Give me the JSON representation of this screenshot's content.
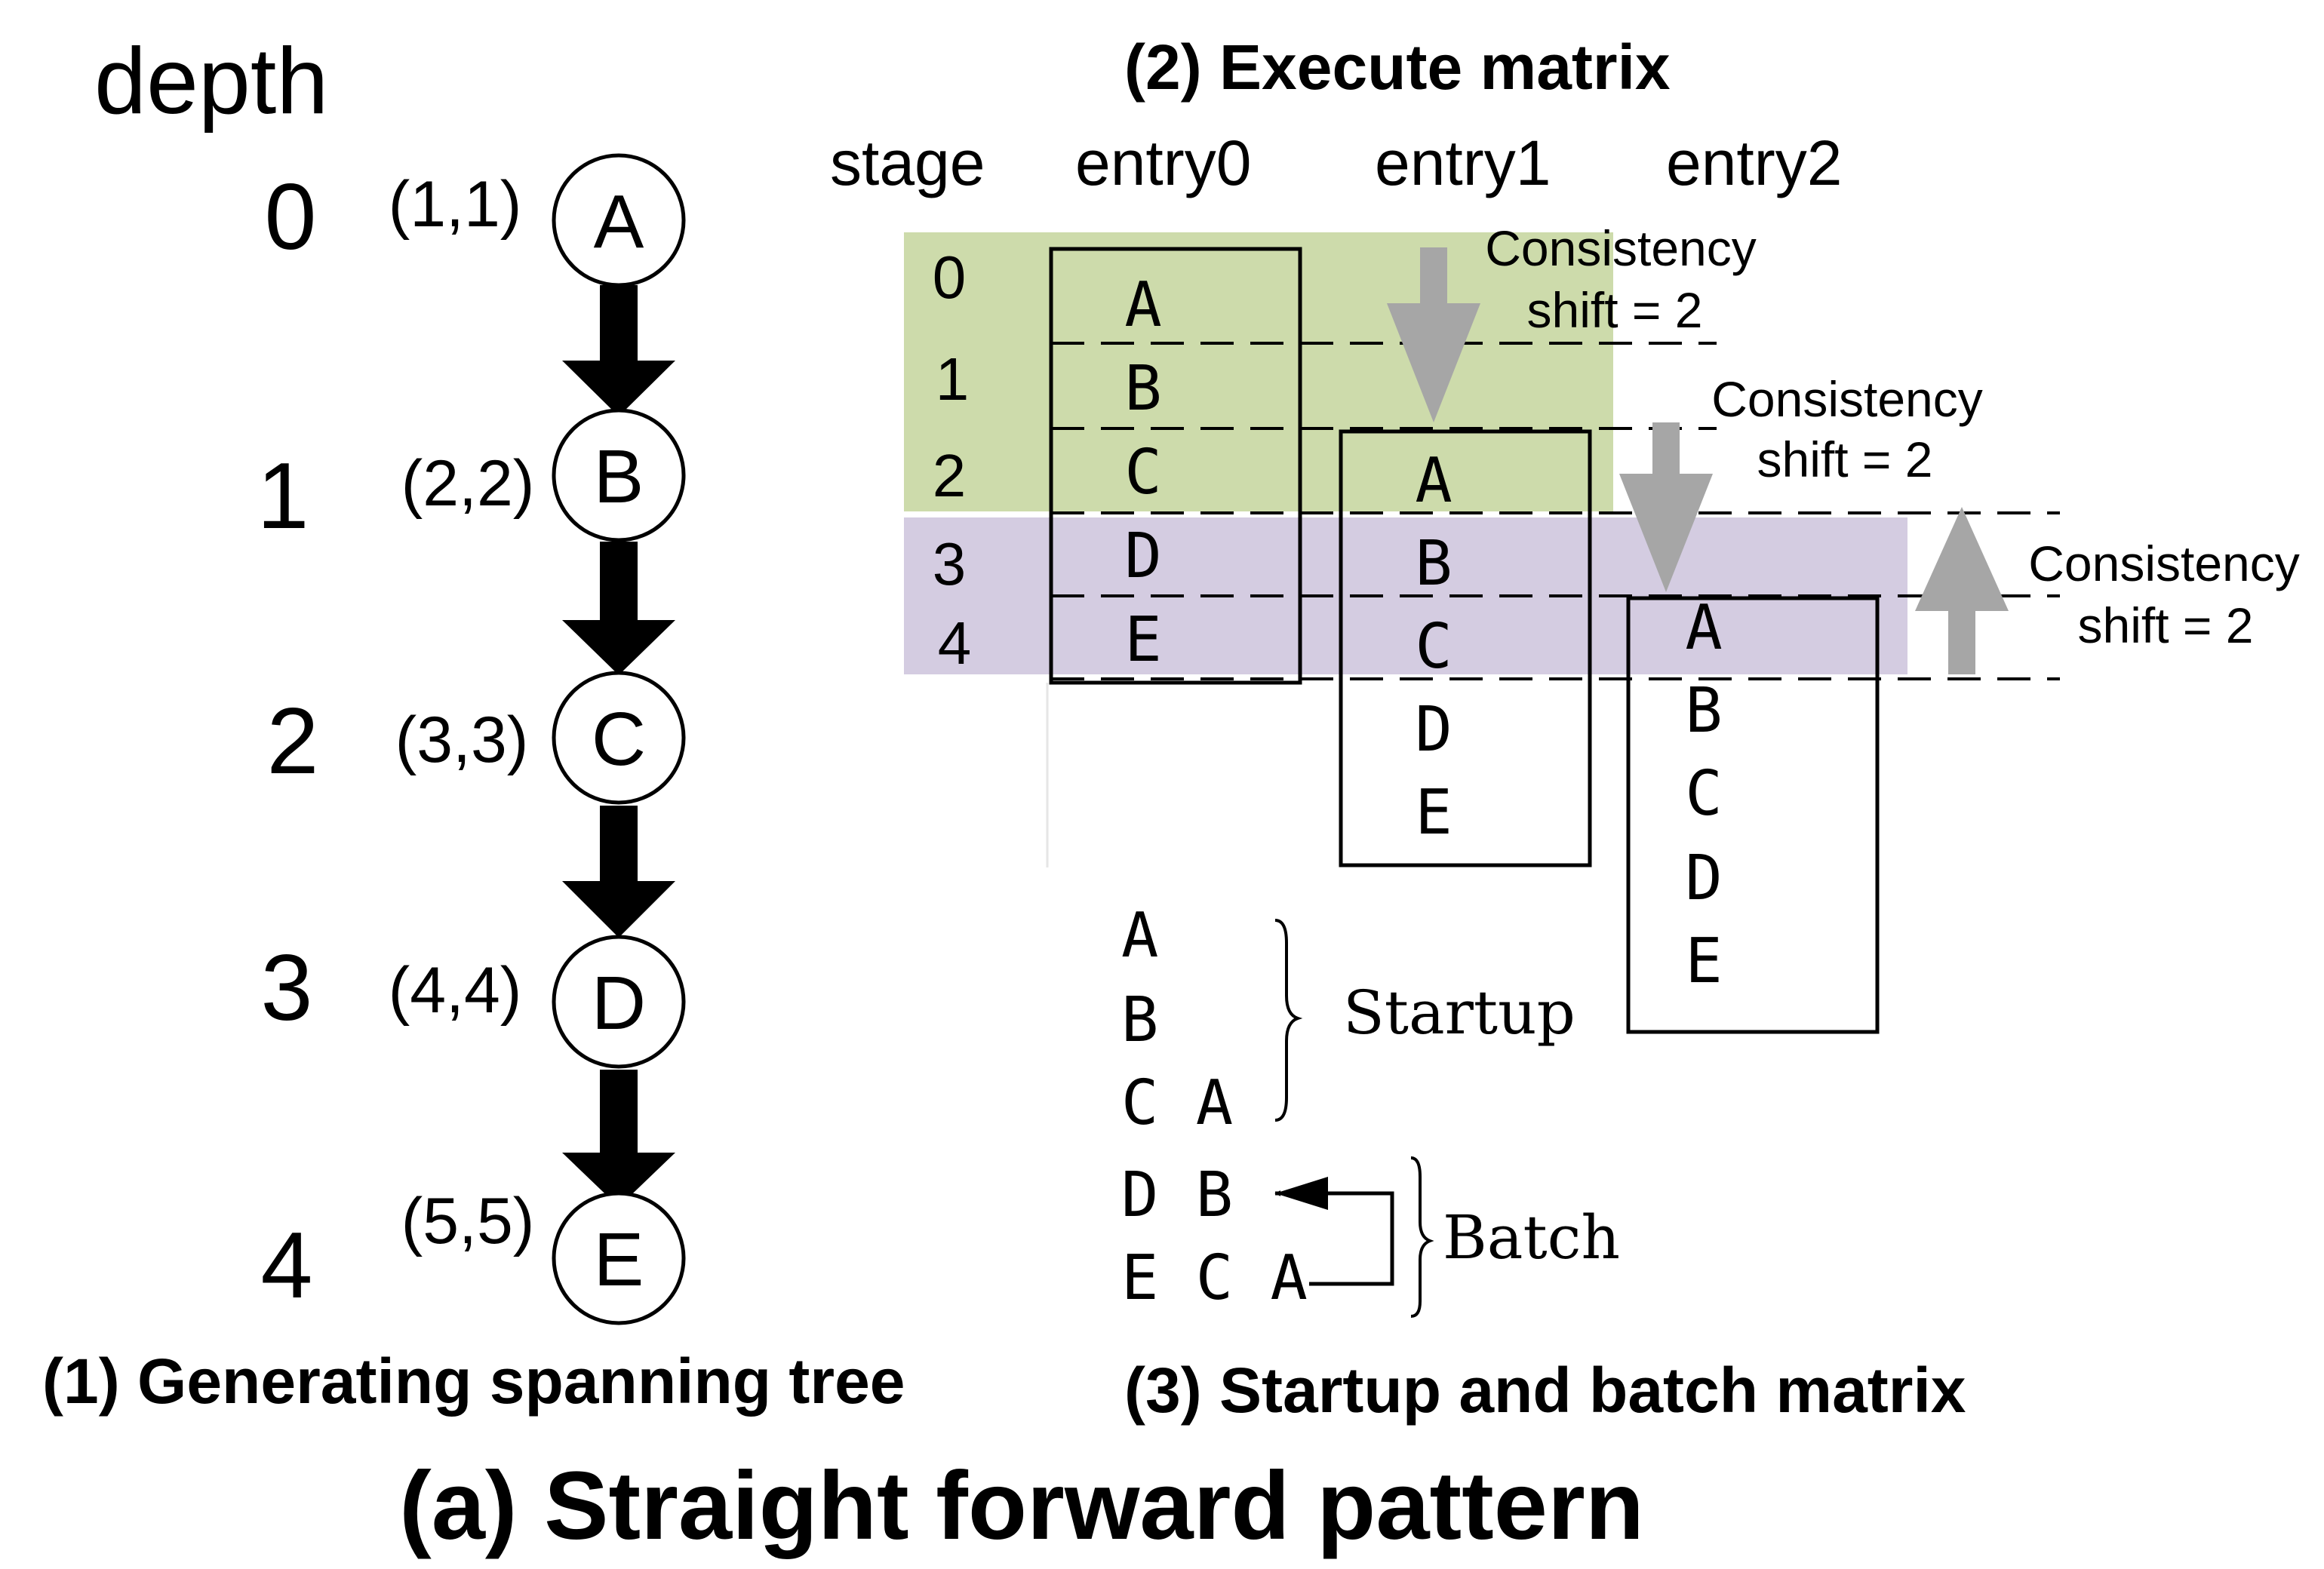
{
  "colors": {
    "stroke": "#000000",
    "arrow_gray": "#a6a6a6",
    "band_green": "#cddbab",
    "band_purple": "#d4cce1"
  },
  "tree": {
    "depth_label": "depth",
    "caption": "(1) Generating spanning tree",
    "nodes": [
      {
        "depth": "0",
        "coord": "(1,1)",
        "label": "A"
      },
      {
        "depth": "1",
        "coord": "(2,2)",
        "label": "B"
      },
      {
        "depth": "2",
        "coord": "(3,3)",
        "label": "C"
      },
      {
        "depth": "3",
        "coord": "(4,4)",
        "label": "D"
      },
      {
        "depth": "4",
        "coord": "(5,5)",
        "label": "E"
      }
    ]
  },
  "execute": {
    "title": "(2) Execute matrix",
    "stage_header": "stage",
    "entry_headers": [
      "entry0",
      "entry1",
      "entry2"
    ],
    "stages": [
      "0",
      "1",
      "2",
      "3",
      "4"
    ],
    "entries": [
      [
        "A",
        "B",
        "C",
        "D",
        "E"
      ],
      [
        "A",
        "B",
        "C",
        "D",
        "E"
      ],
      [
        "A",
        "B",
        "C",
        "D",
        "E"
      ]
    ],
    "annotations": [
      {
        "line1": "Consistency",
        "line2": "shift = 2"
      },
      {
        "line1": "Consistency",
        "line2": "shift = 2"
      },
      {
        "line1": "Consistency",
        "line2": "shift = 2"
      }
    ]
  },
  "startup_batch": {
    "caption": "(3) Startup and batch matrix",
    "rows": [
      "A",
      "B",
      "C A",
      "D B",
      "E C A"
    ],
    "startup_label": "Startup",
    "batch_label": "Batch"
  },
  "main_caption": "(a) Straight forward pattern"
}
